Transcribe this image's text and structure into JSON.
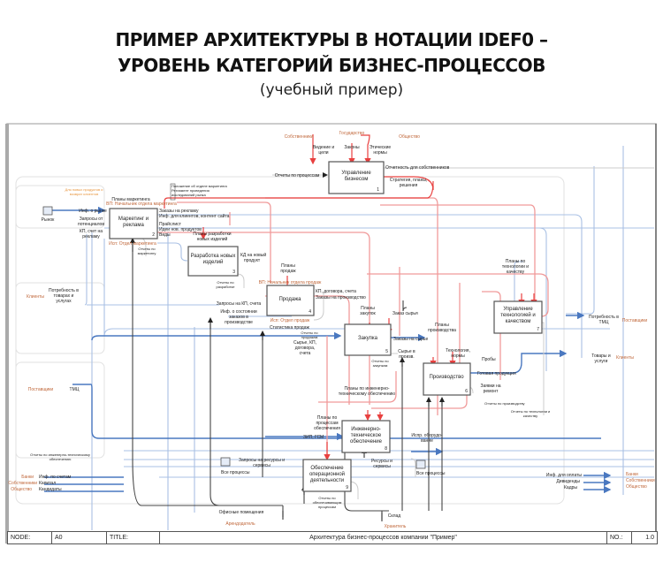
{
  "header": {
    "title_line1": "ПРИМЕР АРХИТЕКТУРЫ В НОТАЦИИ IDEF0 –",
    "title_line2": "УРОВЕНЬ КАТЕГОРИЙ БИЗНЕС-ПРОЦЕССОВ",
    "subtitle": "(учебный пример)"
  },
  "colors": {
    "control": "#e8403f",
    "control_light": "#f4a5a5",
    "input": "#4a78c0",
    "input_light": "#a9c0e4",
    "mechanism": "#444444",
    "external": "#c0673a",
    "box_border": "#555555",
    "frame": "#dddddd"
  },
  "boxes": [
    {
      "id": "1",
      "label": [
        "Управление",
        "бизнесом"
      ]
    },
    {
      "id": "2",
      "label": [
        "Маркетинг и",
        "реклама"
      ]
    },
    {
      "id": "3",
      "label": [
        "Разработка новых",
        "изделий"
      ]
    },
    {
      "id": "4",
      "label": [
        "Продажа"
      ]
    },
    {
      "id": "5",
      "label": [
        "Закупка"
      ]
    },
    {
      "id": "6",
      "label": [
        "Производство"
      ]
    },
    {
      "id": "7",
      "label": [
        "Управление",
        "технологией и",
        "качеством"
      ]
    },
    {
      "id": "8",
      "label": [
        "Инженерно-",
        "техническое",
        "обеспечение"
      ]
    },
    {
      "id": "9",
      "label": [
        "Обеспечение",
        "операционной",
        "деятельности"
      ]
    }
  ],
  "externals": {
    "owners_top": "Собственники",
    "state": "Государство",
    "society_top": "Общество",
    "market": "Рынок",
    "clients_left": "Клиенты",
    "suppliers_left": "Поставщики",
    "banks": "Банки",
    "owners_left": "Собственники",
    "society_left": "Общество",
    "suppliers_right": "Поставщики",
    "clients_right": "Клиенты",
    "banks_right": "Банки",
    "owners_right": "Собственники",
    "society_right": "Общество",
    "landlord": "Арендодатель",
    "keeper": "Хранитель"
  },
  "arrows": {
    "vision": [
      "Видение и",
      "цели"
    ],
    "laws": "Законы",
    "ethics": [
      "Этические",
      "нормы"
    ],
    "reports_processes": "Отчеты по процессам",
    "reporting_owners": "Отчетность для собственников",
    "strategy": [
      "Стратегия, планы,",
      "решения"
    ],
    "new_products_note": [
      "Для новых продуктов и",
      "возврат клиентов"
    ],
    "marketing_note": [
      "Положение об отделе маркетинга",
      "Регламент проведения",
      "исследований рынка"
    ],
    "marketing_plans": "Планы маркетинга",
    "vp_marketing": "ВП: Начальник отдела маркетинга",
    "market_info": "Инф. о рынке",
    "client_requests": [
      "Запросы от",
      "потенциалов"
    ],
    "kp_invoice": [
      "КП, счет на",
      "рекламу"
    ],
    "ad_orders": "Заказы на рекламу",
    "client_info": "Инф. для клиентов, контент сайта",
    "pricelist": "Прайслист",
    "product_ideas": "Идеи нов. продуктов",
    "kinds": "Виды",
    "exec_marketing": "Исп: Отдел маркетинга",
    "reports_marketing": [
      "Отчеты по",
      "маркетингу"
    ],
    "dev_plans": [
      "Планы разработки",
      "новых изделий"
    ],
    "kd_new": [
      "КД на новый",
      "продукт"
    ],
    "reports_dev": [
      "Отчеты по",
      "разработке"
    ],
    "sales_plans": [
      "Планы",
      "продаж"
    ],
    "vp_sales": "ВП: Начальник отдела продаж",
    "kp_contracts": "КП, договора, счета",
    "prod_orders": "Заказы на производство",
    "kp_requests": "Запросы на КП, счета",
    "order_state": [
      "Инф. о состоянии",
      "заказов в",
      "производстве"
    ],
    "exec_sales": "Исп: Отдел продаж",
    "sales_stats": "Статистика продаж",
    "reports_sales": [
      "Отчеты по",
      "продажам"
    ],
    "needs_clients": [
      "Потребность в",
      "товарах и",
      "услугах"
    ],
    "raw_kp": [
      "Сырье, КП,",
      "договора,",
      "счета"
    ],
    "tmc_in": "ТМЦ",
    "purchase_plans": [
      "Планы",
      "закупок"
    ],
    "raw_order": "Заказ сырья",
    "raw_orders": "Заказы на сырье",
    "reports_purchase": [
      "Отчеты по",
      "закупкам"
    ],
    "raw_to_prod": [
      "Сырье в",
      "произв."
    ],
    "prod_plans": [
      "Планы",
      "производства"
    ],
    "tech_norms": [
      "Технология,",
      "нормы"
    ],
    "eng_plans": [
      "Планы по инженерно-",
      "техническому обеспечению"
    ],
    "tech_quality_plans": [
      "Планы по",
      "технологии и",
      "качеству"
    ],
    "samples": "Пробы",
    "finished": "Готовая продукция",
    "repair_orders": [
      "Заявки на",
      "ремонт"
    ],
    "reports_prod": "Отчеты по производству",
    "reports_tech": [
      "Отчеты по технологии и",
      "качеству"
    ],
    "needs_tmc": [
      "Потребность в",
      "ТМЦ"
    ],
    "goods_services": [
      "Товары и",
      "услуги"
    ],
    "op_plans": [
      "Планы по",
      "процессам",
      "обеспечения"
    ],
    "zip_fuel": "ЗИП, ГСМ",
    "equipment": [
      "Испр. оборудо-",
      "вание"
    ],
    "reports_eng": [
      "Отчеты по инженерно-техническому",
      "обеспечению"
    ],
    "resource_requests": [
      "Запросы на ресурсы и",
      "сервисы"
    ],
    "all_processes": "Все процессы",
    "resources_services": [
      "Ресурсы и",
      "сервисы"
    ],
    "all_processes_out": "Все процессы",
    "reports_ops": [
      "Отчеты по",
      "обеспечивающим",
      "процессам"
    ],
    "account_info": "Инф. по счетам",
    "capital": "Капитал",
    "personnel": "Кандидаты",
    "payment_info": "Инф. для оплаты",
    "dividends": "Дивиденды",
    "cadres": "Кадры",
    "office": "Офисные помещения",
    "warehouse": "Склад"
  },
  "footer": {
    "node_label": "NODE:",
    "node_value": "A0",
    "title_label": "TITLE:",
    "title_value": "Архитектура бизнес-процессов компании \"Пример\"",
    "no_label": "NO.:",
    "no_value": "1.0"
  }
}
